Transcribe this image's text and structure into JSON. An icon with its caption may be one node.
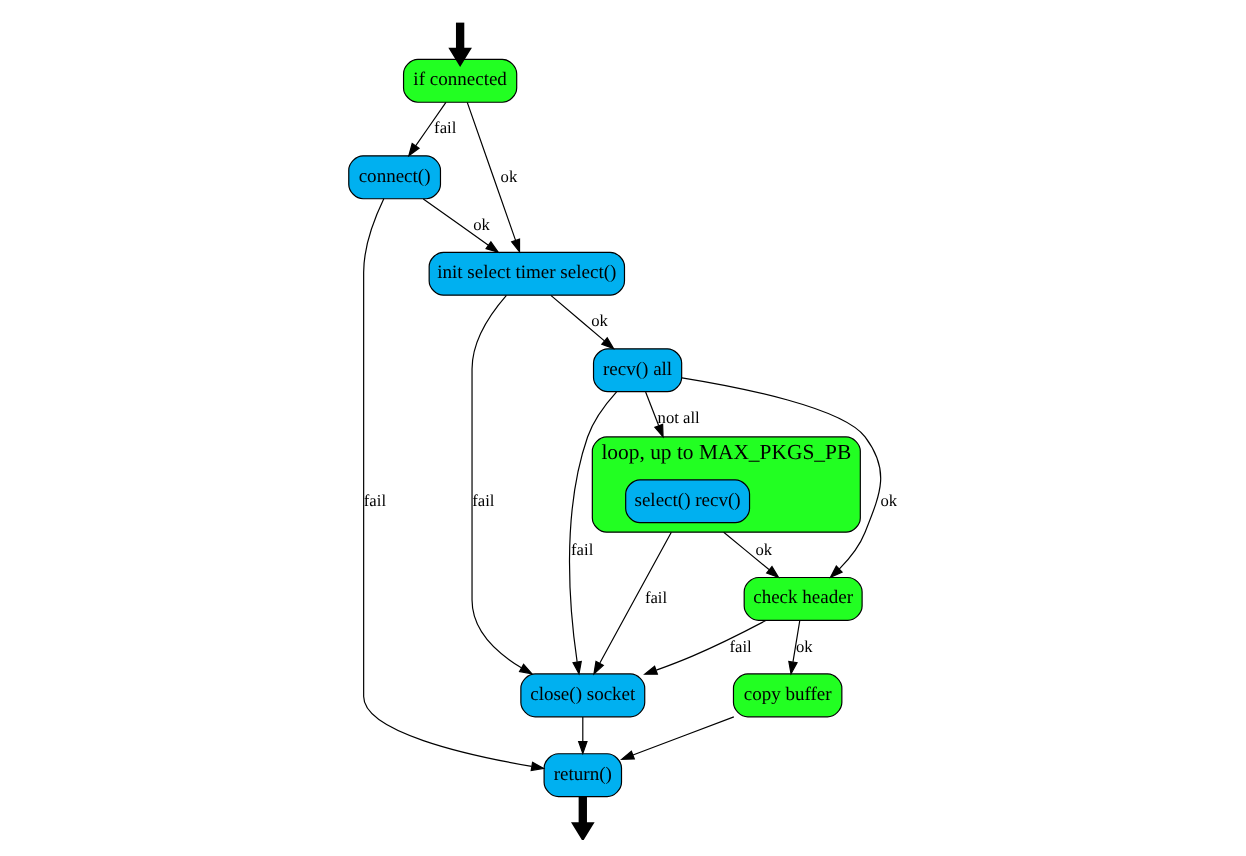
{
  "diagram": {
    "nodes": [
      {
        "text": [
          "if connected"
        ]
      },
      {
        "text": [
          "connect()"
        ]
      },
      {
        "text": [
          "init select timer select()"
        ]
      },
      {
        "text": [
          "close() socket"
        ]
      },
      {
        "text": [
          "recv() all"
        ]
      },
      {
        "text": [
          "loop, up to MAX_PKGS_PB"
        ]
      },
      {
        "text": [
          "select() recv()"
        ],
        "in": 5
      },
      {
        "text": [
          "check header"
        ]
      },
      {
        "text": [
          "copy buffer"
        ]
      },
      {
        "text": [
          "return()"
        ]
      }
    ],
    "edges": [
      {
        "from": null,
        "to": 0,
        "arrow": "to",
        "style": "thick"
      },
      {
        "from": 0,
        "to": 1,
        "arrow": "to",
        "label": "fail"
      },
      {
        "from": 0,
        "to": 2,
        "arrow": "to",
        "label": "ok"
      },
      {
        "from": 1,
        "to": 2,
        "arrow": "to",
        "label": "ok"
      },
      {
        "from": 1,
        "to": 9,
        "arrow": "to",
        "label": "fail"
      },
      {
        "from": 2,
        "to": 3,
        "arrow": "to",
        "label": "fail"
      },
      {
        "from": 2,
        "to": 4,
        "arrow": "to",
        "label": "ok"
      },
      {
        "from": 3,
        "to": 9,
        "arrow": "to"
      },
      {
        "from": 4,
        "to": 3,
        "arrow": "to",
        "label": "fail"
      },
      {
        "from": 4,
        "to": 5,
        "arrow": "to",
        "label": "not all"
      },
      {
        "from": 4,
        "to": 7,
        "arrow": "to",
        "label": "ok"
      },
      {
        "from": 7,
        "to": 3,
        "arrow": "to",
        "label": "fail"
      },
      {
        "from": 5,
        "to": 3,
        "arrow": "to",
        "label": "fail"
      },
      {
        "from": 5,
        "to": 7,
        "arrow": "to",
        "label": "ok"
      },
      {
        "from": 7,
        "to": 8,
        "arrow": "to",
        "label": "ok"
      },
      {
        "from": 8,
        "to": 9,
        "arrow": "to"
      },
      {
        "from": 9,
        "to": null,
        "arrow": "to",
        "style": "thick"
      }
    ]
  }
}
